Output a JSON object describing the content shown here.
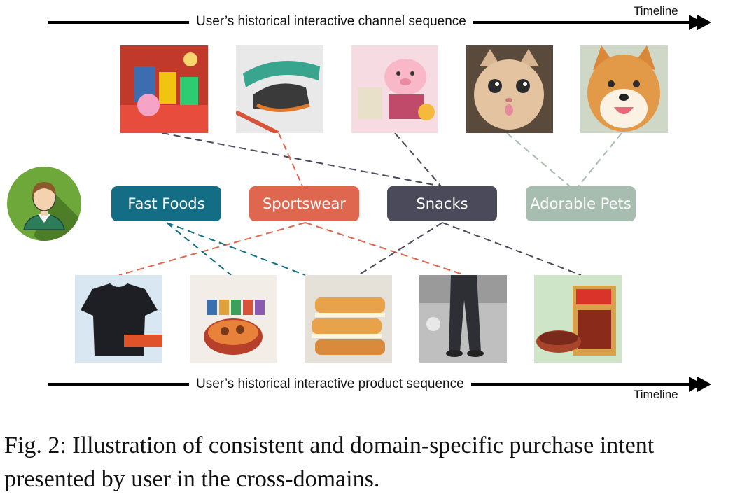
{
  "top_timeline": {
    "label": "User’s historical interactive channel sequence",
    "tag": "Timeline"
  },
  "bottom_timeline": {
    "label": "User’s historical interactive product sequence",
    "tag": "Timeline"
  },
  "intents": [
    {
      "label": "Fast Foods",
      "color": "#136d84"
    },
    {
      "label": "Sportswear",
      "color": "#e0674f"
    },
    {
      "label": "Snacks",
      "color": "#4b4a5a"
    },
    {
      "label": "Adorable Pets",
      "color": "#a6bdb0"
    }
  ],
  "channels": [
    {
      "depicts": "fast-food assortment"
    },
    {
      "depicts": "sneakers"
    },
    {
      "depicts": "pig-shaped snack box"
    },
    {
      "depicts": "cat"
    },
    {
      "depicts": "shiba dog"
    }
  ],
  "products": [
    {
      "depicts": "black t-shirt"
    },
    {
      "depicts": "noodle bowl"
    },
    {
      "depicts": "bread slices"
    },
    {
      "depicts": "jogger pants"
    },
    {
      "depicts": "jerky bag"
    }
  ],
  "caption": "Fig. 2: Illustration of consistent and domain-specific purchase intent presented by user in the cross-domains."
}
